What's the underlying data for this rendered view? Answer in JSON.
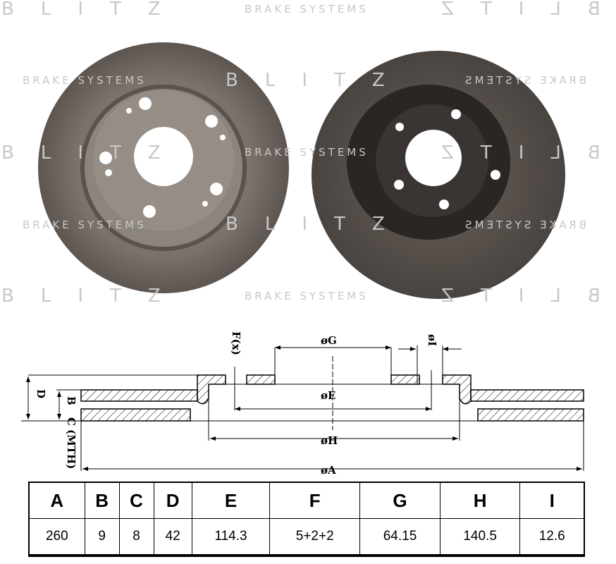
{
  "watermark": {
    "brand": "BLITZ",
    "tagline": "BRAKE SYSTEMS"
  },
  "drawing": {
    "labels": {
      "A": "øA",
      "B": "B",
      "C": "C (MTH)",
      "D": "D",
      "E": "øE",
      "F": "F(x)",
      "G": "øG",
      "H": "øH",
      "I": "øI"
    }
  },
  "spec_table": {
    "headers": [
      "A",
      "B",
      "C",
      "D",
      "E",
      "F",
      "G",
      "H",
      "I"
    ],
    "values": [
      "260",
      "9",
      "8",
      "42",
      "114.3",
      "5+2+2",
      "64.15",
      "140.5",
      "12.6"
    ]
  }
}
